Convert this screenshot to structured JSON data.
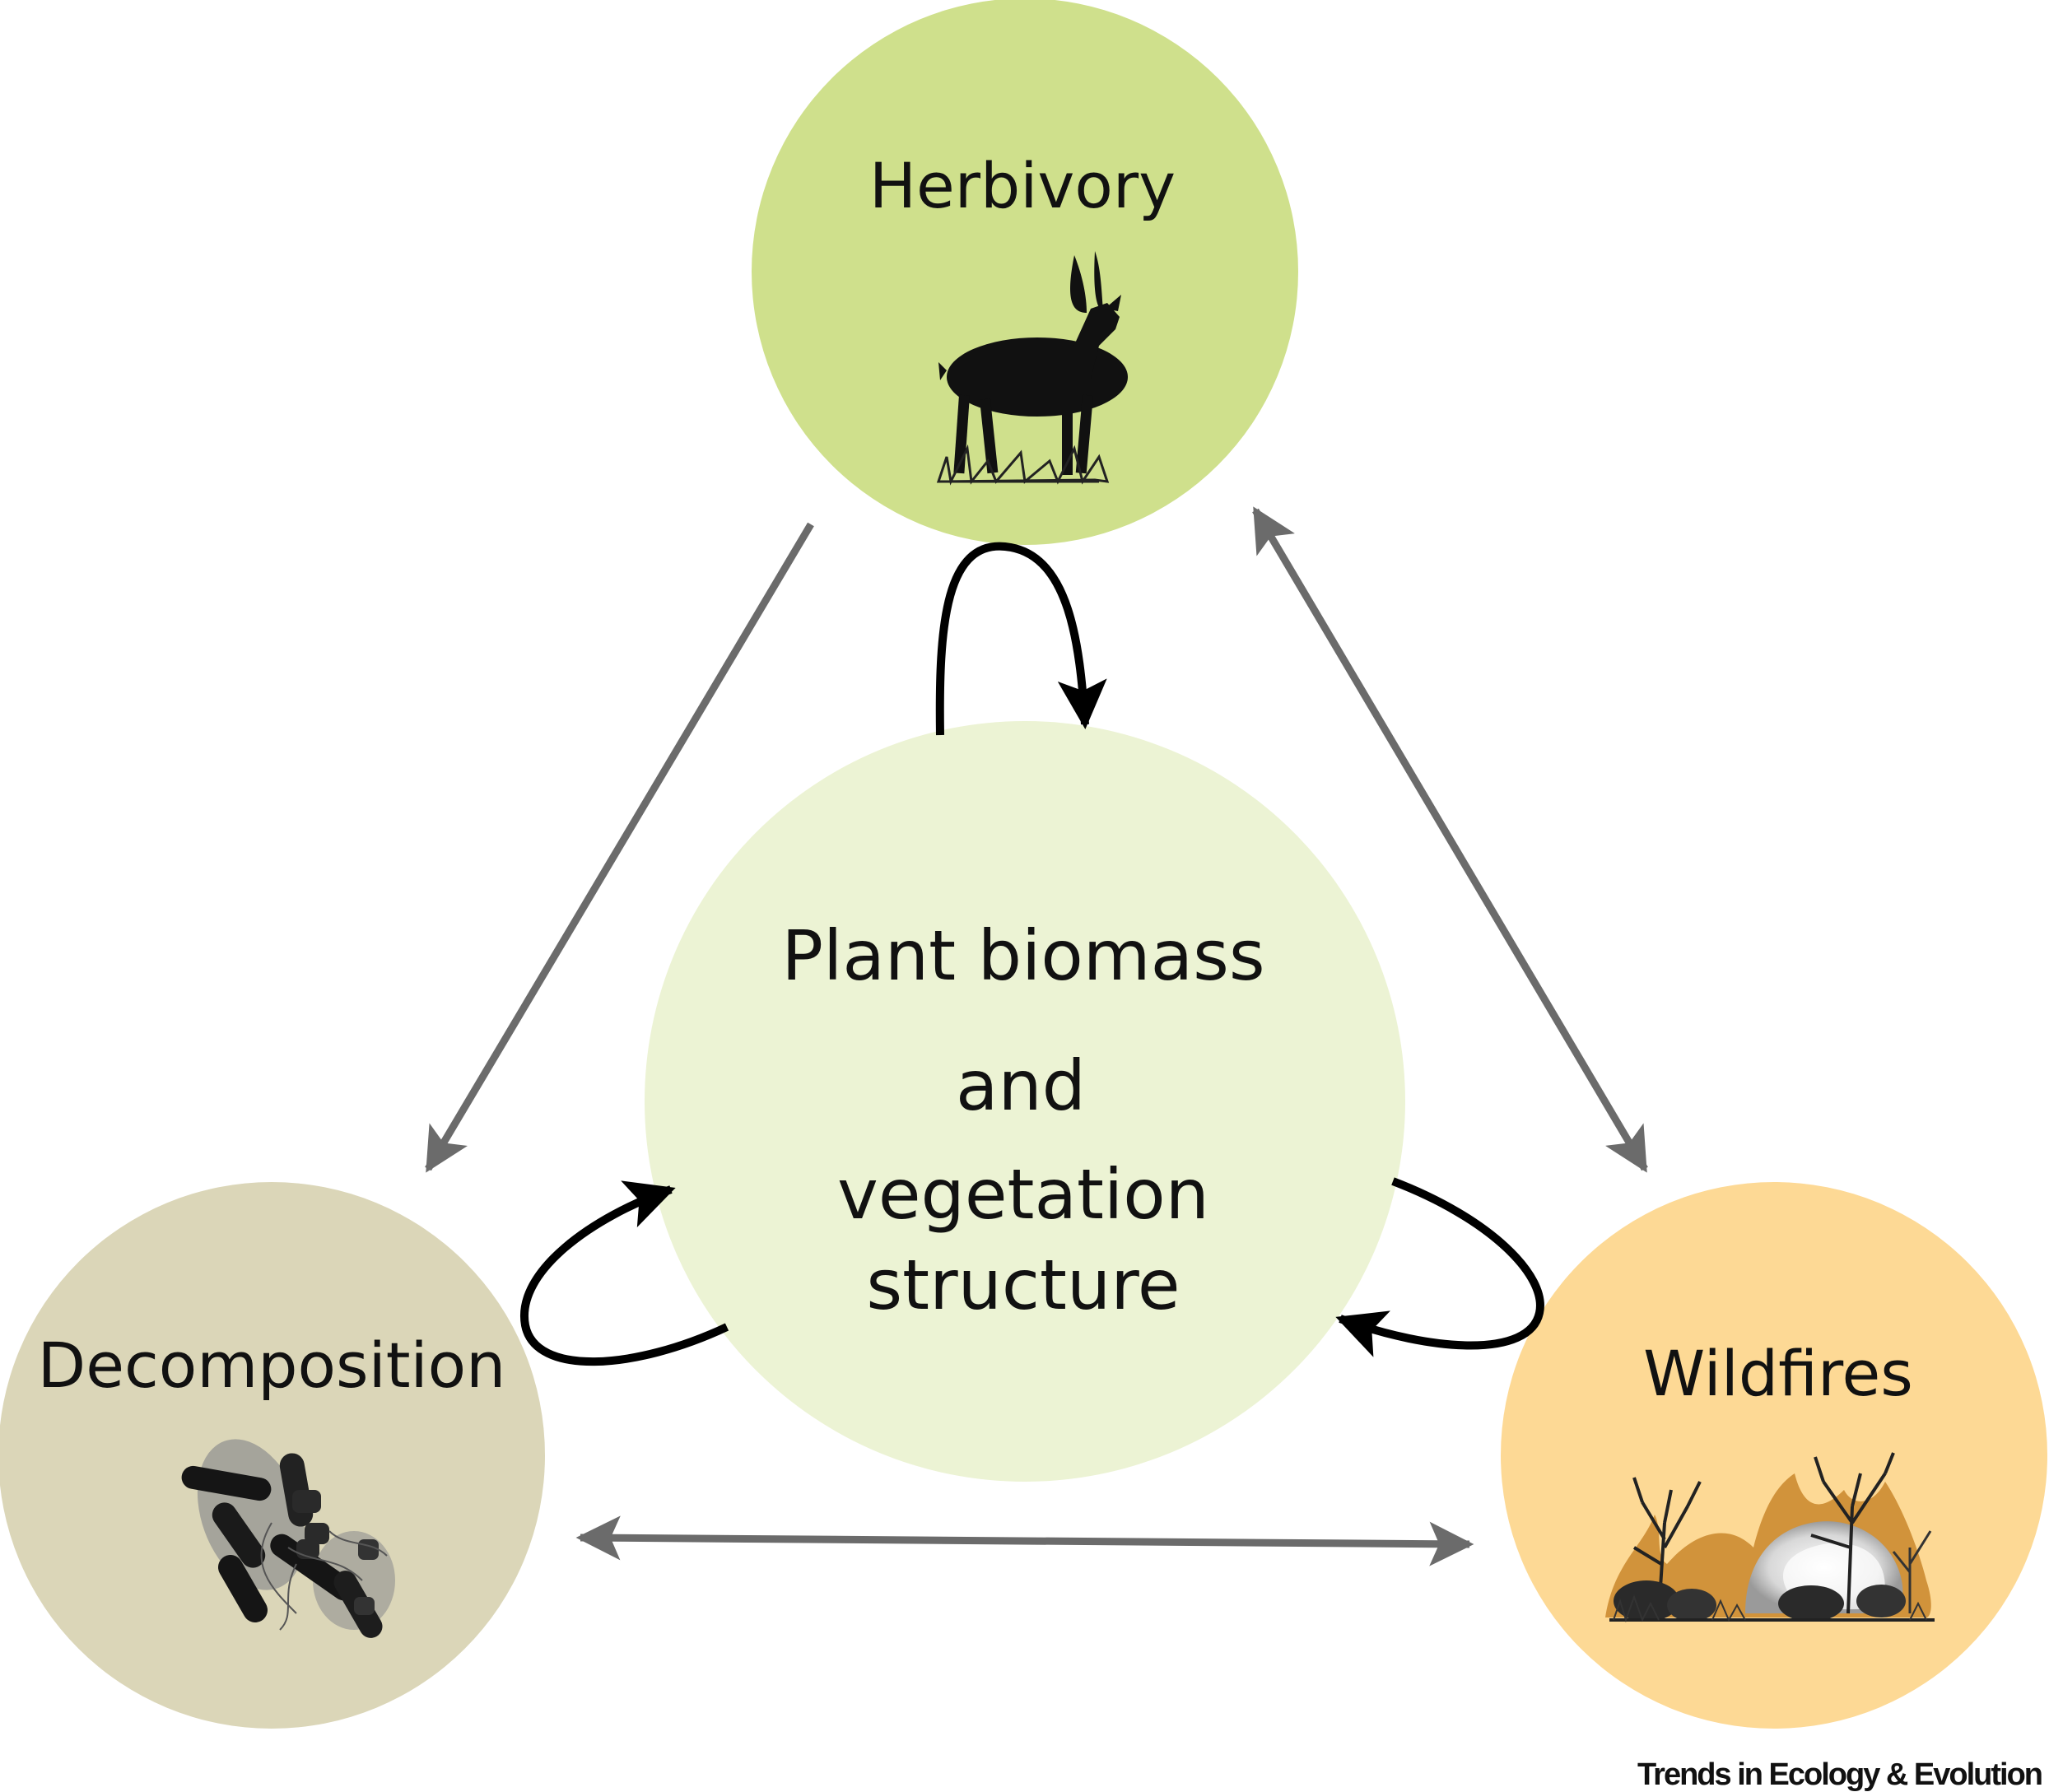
{
  "nodes": {
    "herbivory": {
      "label": "Herbivory",
      "color": "#cfe08c",
      "icon": "gazelle-icon"
    },
    "center": {
      "lines": [
        "Plant biomass",
        "and",
        "vegetation",
        "structure"
      ],
      "color": "#ecf3d4"
    },
    "decomposition": {
      "label": "Decomposition",
      "color": "#dbd6b8",
      "icon": "microbes-icon"
    },
    "wildfires": {
      "label": "Wildfires",
      "color": "#fdd995",
      "icon": "burning-trees-icon"
    }
  },
  "colors": {
    "arrow_gray": "#6b6b6b",
    "arrow_black": "#000000"
  },
  "credit": "Trends in Ecology & Evolution"
}
